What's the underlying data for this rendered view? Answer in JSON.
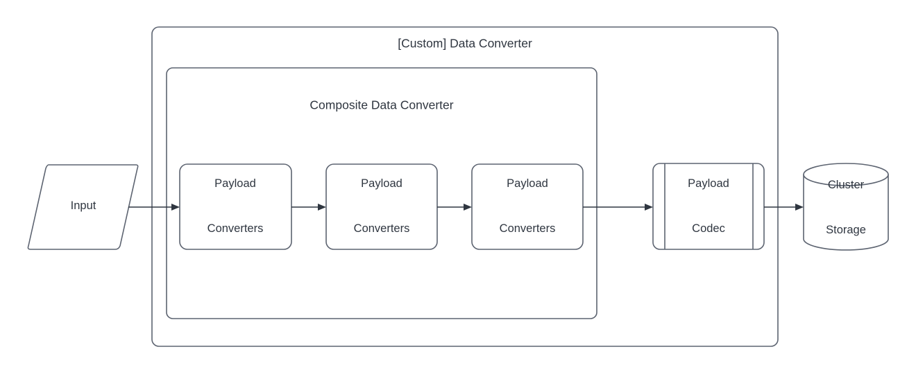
{
  "diagram": {
    "type": "flowchart",
    "background_color": "#ffffff",
    "stroke_color": "#5c6370",
    "text_color": "#2f3640",
    "containers": [
      {
        "id": "custom-data-converter",
        "label": "[Custom] Data Converter",
        "shape": "rounded-rectangle"
      },
      {
        "id": "composite-data-converter",
        "label": "Composite Data Converter",
        "shape": "rounded-rectangle"
      }
    ],
    "nodes": [
      {
        "id": "input",
        "label": "Input",
        "shape": "parallelogram"
      },
      {
        "id": "payload-converters-1",
        "label_line1": "Payload",
        "label_line2": "Converters",
        "shape": "rounded-rectangle"
      },
      {
        "id": "payload-converters-2",
        "label_line1": "Payload",
        "label_line2": "Converters",
        "shape": "rounded-rectangle"
      },
      {
        "id": "payload-converters-3",
        "label_line1": "Payload",
        "label_line2": "Converters",
        "shape": "rounded-rectangle"
      },
      {
        "id": "payload-codec",
        "label_line1": "Payload",
        "label_line2": "Codec",
        "shape": "predefined-process"
      },
      {
        "id": "cluster-storage",
        "label_line1": "Cluster",
        "label_line2": "Storage",
        "shape": "cylinder"
      }
    ],
    "edges": [
      {
        "id": "edge-input-to-pc1",
        "from": "input",
        "to": "payload-converters-1",
        "arrow": "single"
      },
      {
        "id": "edge-pc1-to-pc2",
        "from": "payload-converters-1",
        "to": "payload-converters-2",
        "arrow": "single"
      },
      {
        "id": "edge-pc2-to-pc3",
        "from": "payload-converters-2",
        "to": "payload-converters-3",
        "arrow": "single"
      },
      {
        "id": "edge-pc3-to-codec",
        "from": "payload-converters-3",
        "to": "payload-codec",
        "arrow": "single"
      },
      {
        "id": "edge-codec-to-storage",
        "from": "payload-codec",
        "to": "cluster-storage",
        "arrow": "single"
      }
    ]
  }
}
